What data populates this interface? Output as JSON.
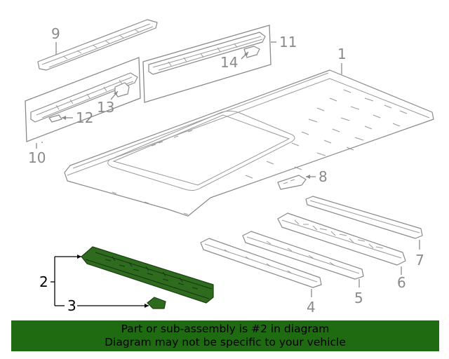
{
  "callouts": {
    "c1": "1",
    "c2": "2",
    "c3": "3",
    "c4": "4",
    "c5": "5",
    "c6": "6",
    "c7": "7",
    "c8": "8",
    "c9": "9",
    "c10": "10",
    "c11": "11",
    "c12": "12",
    "c13": "13",
    "c14": "14"
  },
  "highlighted_part": "2",
  "banner": {
    "line1": "Part or sub-assembly is #2 in diagram",
    "line2": "Diagram may not be specific to your vehicle"
  },
  "colors": {
    "highlight_fill": "#2f6b1f",
    "banner_background": "#1e6b12",
    "linework": "#8a8a8a"
  }
}
